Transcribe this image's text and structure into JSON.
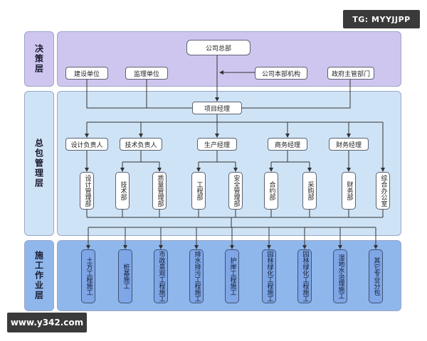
{
  "watermarks": {
    "top": "TG: MYYJJPP",
    "bottom": "www.y342.com"
  },
  "layers": {
    "decision": "决策层",
    "general": "总包管理层",
    "construction": "施工作业层"
  },
  "decision_nodes": {
    "company_hq": "公司总部",
    "construction_unit": "建设单位",
    "supervision_unit": "监理单位",
    "hq_department": "公司本部机构",
    "gov_department": "政府主管部门"
  },
  "project_manager": "项目经理",
  "managers": {
    "design_lead": "设计负责人",
    "tech_lead": "技术负责人",
    "production_manager": "生产经理",
    "business_manager": "商务经理",
    "finance_manager": "财务经理"
  },
  "departments": {
    "design_mgmt": "设计管理部",
    "tech_dept": "技术部",
    "quality_mgmt": "质量管理部",
    "engineering": "工程部",
    "safety_mgmt": "安全管理部",
    "contract": "合约部",
    "purchasing": "采购部",
    "finance": "财务部",
    "general_office": "综合办公室"
  },
  "works": [
    "土方工程施工",
    "桩基施工",
    "市政景观工程施工",
    "排水排污工程施工",
    "护岸工程施工",
    "园林绿化工程施工",
    "园林绿化工程施工",
    "湿地水治理施工",
    "其它专业分包"
  ],
  "colors": {
    "decision_band": "#cfc6ef",
    "general_band": "#cfe3f6",
    "construction_band": "#8fb7ec",
    "work_node": "#7fa6e6"
  }
}
